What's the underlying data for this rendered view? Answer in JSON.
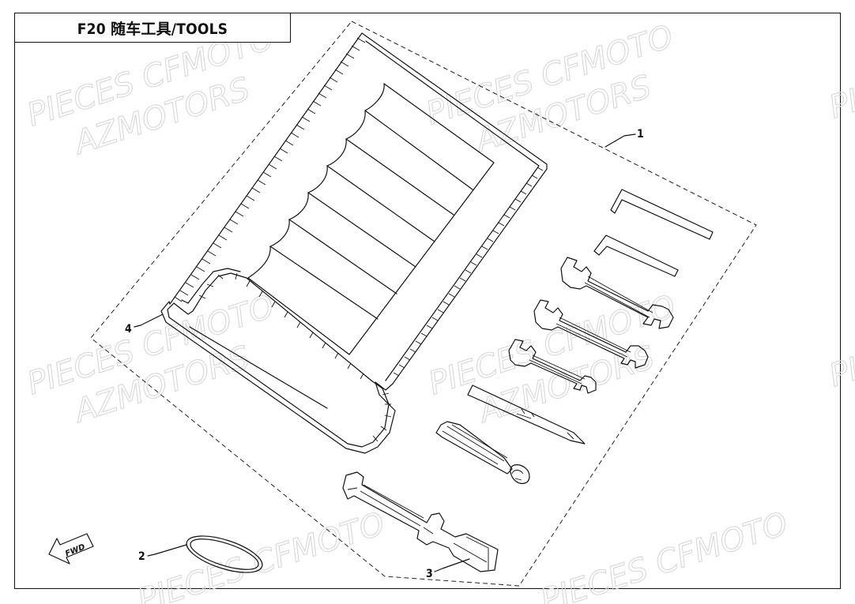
{
  "title": "F20 随车工具/TOOLS",
  "watermarks": [
    "PIECES CFMOTO",
    "AZMOTORS"
  ],
  "callouts": [
    {
      "label": "1",
      "part": "tool-kit"
    },
    {
      "label": "2",
      "part": "rubber-band"
    },
    {
      "label": "3",
      "part": "spark-plug-wrench"
    },
    {
      "label": "4",
      "part": "tool-bag"
    }
  ],
  "fwd_label": "FWD"
}
